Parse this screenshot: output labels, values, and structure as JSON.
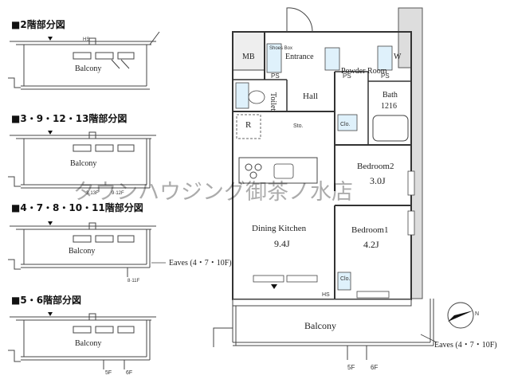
{
  "floor_variants": [
    {
      "header": "■2階部分図",
      "balcony": "Balcony",
      "sub_labels": []
    },
    {
      "header": "■3・9・12・13階部分図",
      "balcony": "Balcony",
      "sub_labels": [
        "3·13F",
        "9·12F"
      ]
    },
    {
      "header": "■4・7・8・10・11階部分図",
      "balcony": "Balcony",
      "sub_labels": [
        "8·11F"
      ]
    },
    {
      "header": "■5・6階部分図",
      "balcony": "Balcony",
      "sub_labels": [
        "5F",
        "6F"
      ]
    }
  ],
  "eaves_small": "Eaves (4・7・10F)",
  "rooms": {
    "mb": "MB",
    "shoes_box": "Shoes Box",
    "entrance": "Entrance",
    "powder_room": "Powder Room",
    "w": "W",
    "ps1": "PS",
    "ps2": "PS",
    "ps3": "PS",
    "toilet": "Toilet",
    "hall": "Hall",
    "bath": "Bath",
    "bath_size": "1216",
    "r": "R",
    "sto": "Sto.",
    "clo1": "Clo.",
    "clo2": "Clo.",
    "bedroom2": "Bedroom2",
    "bedroom2_size": "3.0J",
    "dining_kitchen": "Dining Kitchen",
    "dining_kitchen_size": "9.4J",
    "bedroom1": "Bedroom1",
    "bedroom1_size": "4.2J",
    "hs": "HS",
    "balcony": "Balcony",
    "eaves": "Eaves (4・7・10F)",
    "floor_5f": "5F",
    "floor_6f": "6F",
    "compass_n": "N"
  },
  "watermark": "タウンハウジング御茶ノ水店"
}
